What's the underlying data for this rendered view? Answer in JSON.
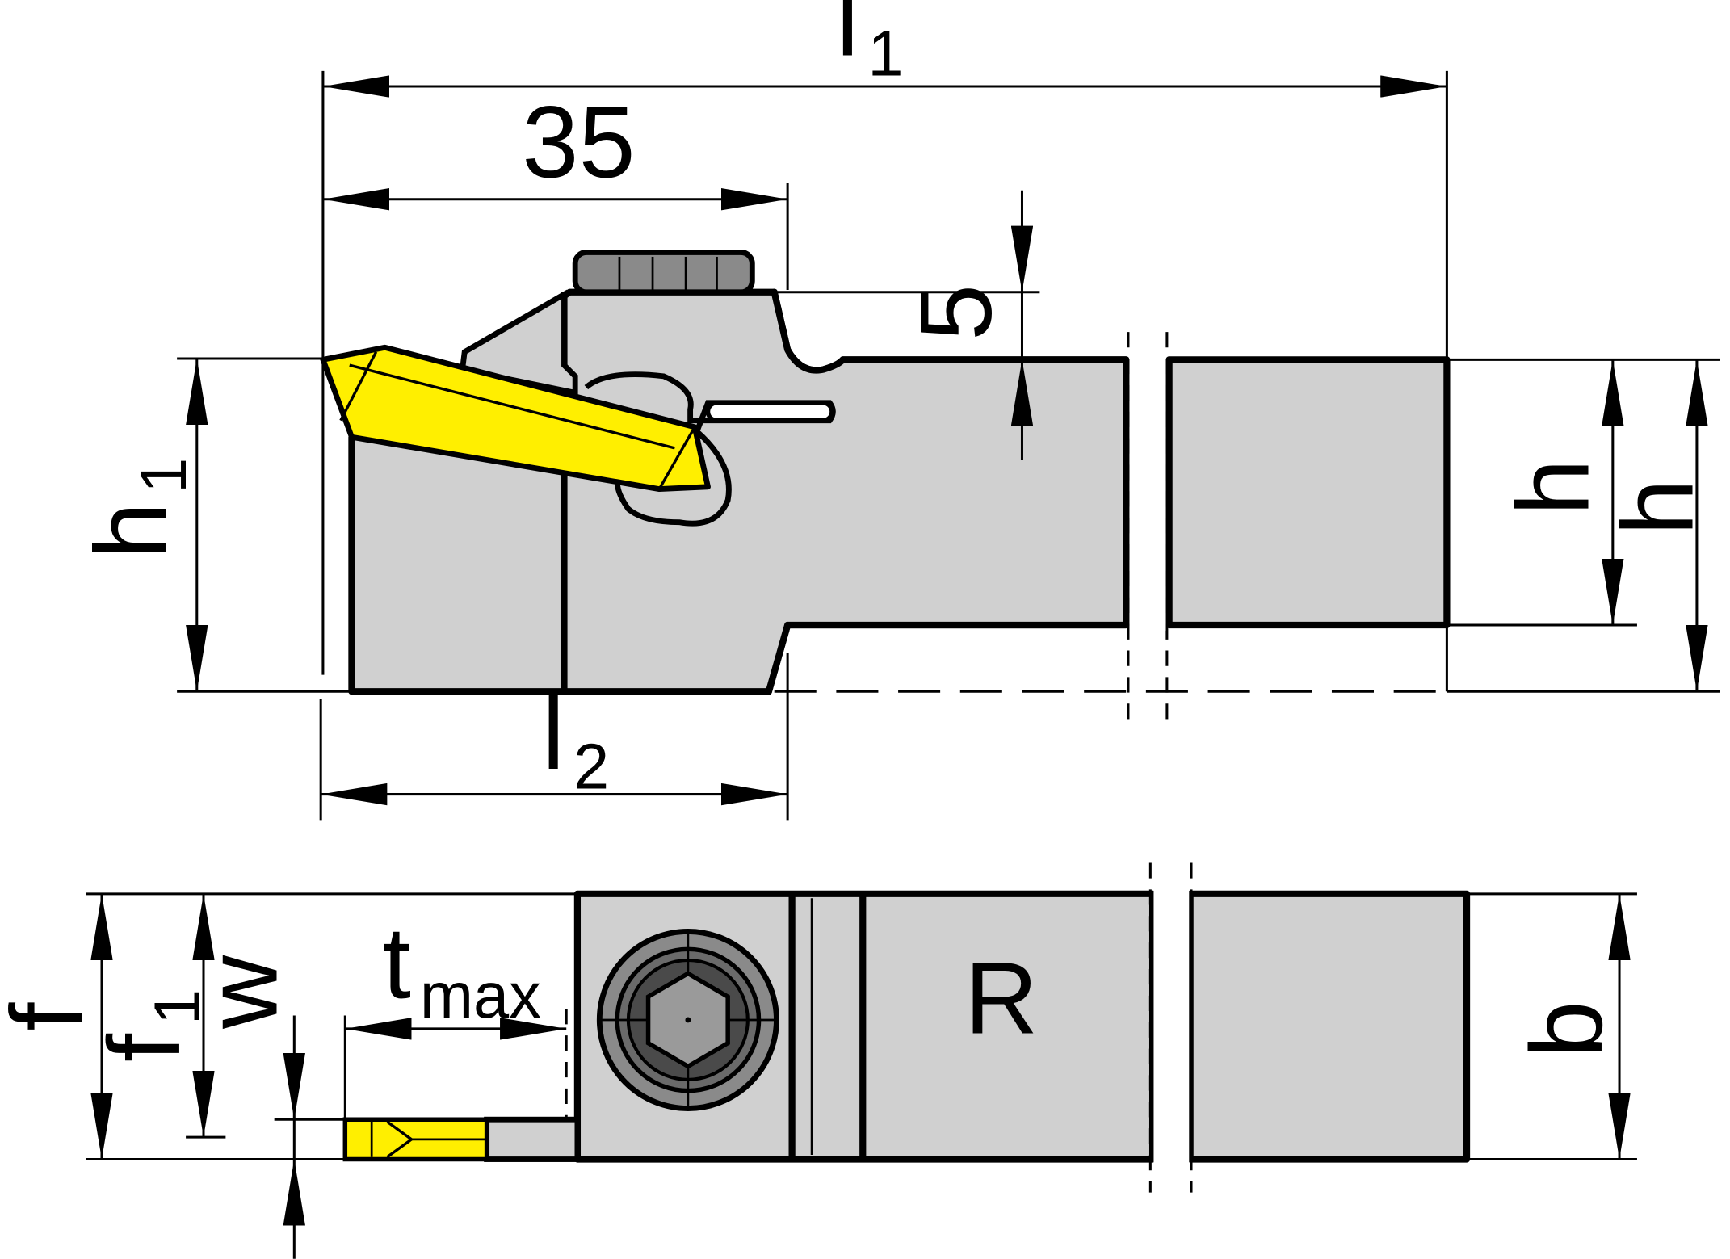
{
  "colors": {
    "tool_body": "#d0d0d0",
    "insert": "#ffef00",
    "outline": "#000000",
    "screw": "#8a8a8a",
    "screw_head": "#4a4a4a"
  },
  "dimensions": {
    "l1": {
      "main": "l",
      "sub": "1"
    },
    "l2": {
      "main": "l",
      "sub": "2"
    },
    "dim_35": "35",
    "dim_5": "5",
    "h1": {
      "main": "h",
      "sub": "1"
    },
    "h_inner": "h",
    "h_outer": "h",
    "f": "f",
    "f1": {
      "main": "f",
      "sub": "1"
    },
    "w": "w",
    "tmax": {
      "main": "t",
      "sub": "max"
    },
    "b": "b",
    "hand": "R"
  },
  "icons": {
    "clamp_screw": "hex-socket-screw-icon",
    "insert_side": "grooving-insert-icon",
    "insert_top": "grooving-insert-icon"
  }
}
